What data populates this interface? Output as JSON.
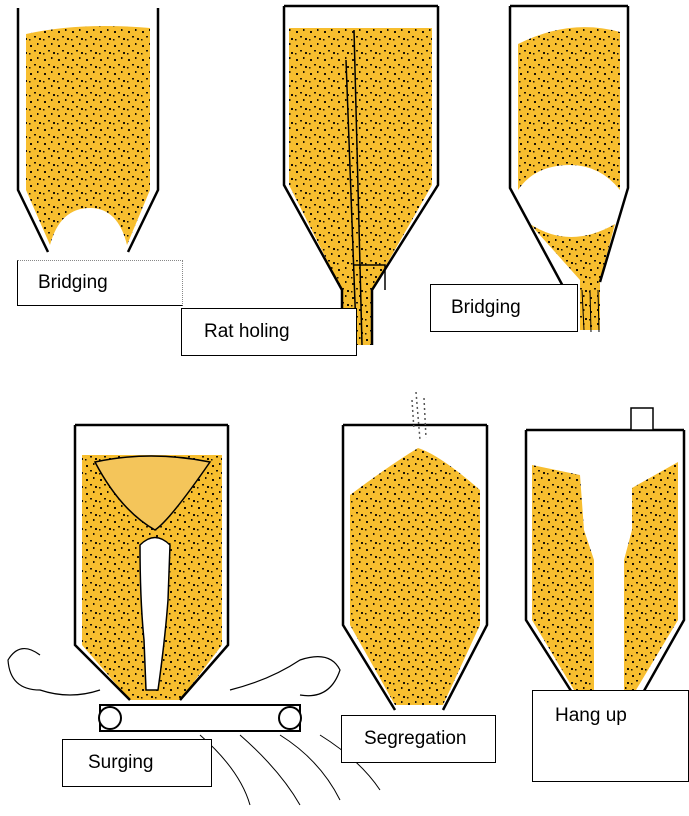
{
  "colors": {
    "material": "#f7be2f",
    "outline": "#000000",
    "background": "#ffffff"
  },
  "labels": {
    "bridging_1": "Bridging",
    "rat_holing": "Rat holing",
    "bridging_2": "Bridging",
    "surging": "Surging",
    "segregation": "Segregation",
    "hang_up": "Hang up"
  }
}
